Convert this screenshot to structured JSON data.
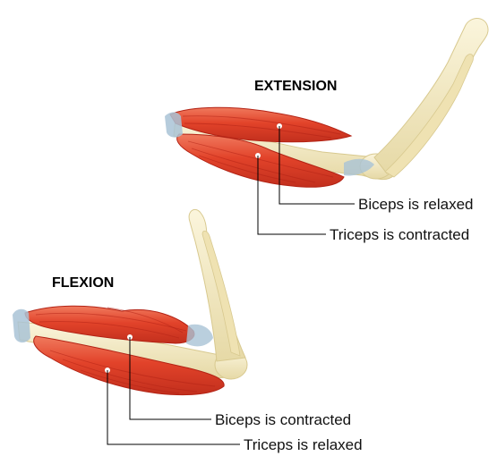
{
  "extension": {
    "heading": "EXTENSION",
    "biceps_label": "Biceps is relaxed",
    "triceps_label": "Triceps is contracted"
  },
  "flexion": {
    "heading": "FLEXION",
    "biceps_label": "Biceps is contracted",
    "triceps_label": "Triceps is relaxed"
  },
  "colors": {
    "muscle": "#e2432a",
    "muscle_dark": "#c22f1d",
    "muscle_light": "#f07a5e",
    "bone": "#f2e8c2",
    "bone_outline": "#d8c98f",
    "tendon": "#a9c3d6",
    "leader_dot": "#ffffff"
  }
}
